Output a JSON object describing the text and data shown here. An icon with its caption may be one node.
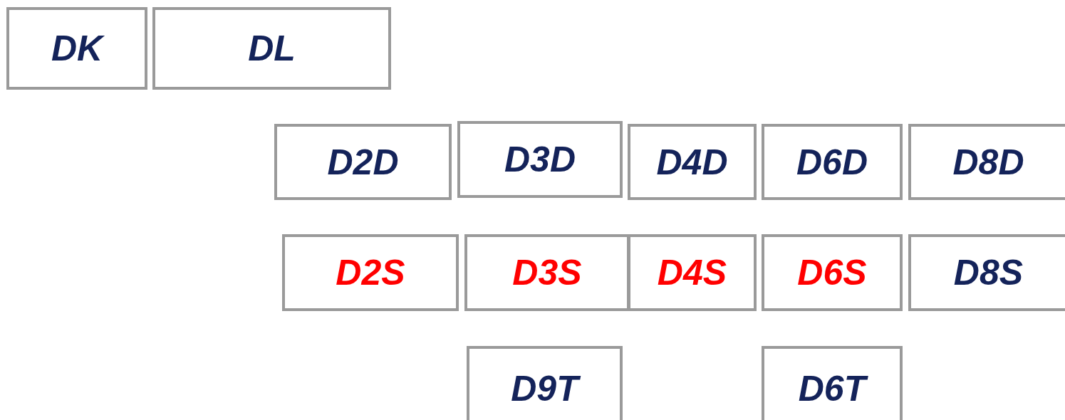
{
  "diagram": {
    "nodes": [
      {
        "text": [
          "DK"
        ]
      },
      {
        "text": [
          "DL"
        ]
      },
      {
        "text": [
          "D2D"
        ]
      },
      {
        "text": [
          "D3D"
        ]
      },
      {
        "text": [
          "D4D"
        ]
      },
      {
        "text": [
          "D6D"
        ]
      },
      {
        "text": [
          "D8D"
        ]
      },
      {
        "text": [
          "D2S"
        ]
      },
      {
        "text": [
          "D3S"
        ]
      },
      {
        "text": [
          "D4S"
        ]
      },
      {
        "text": [
          "D6S"
        ]
      },
      {
        "text": [
          "D8S"
        ]
      },
      {
        "text": [
          "D9T"
        ]
      },
      {
        "text": [
          "D6T"
        ]
      }
    ]
  }
}
